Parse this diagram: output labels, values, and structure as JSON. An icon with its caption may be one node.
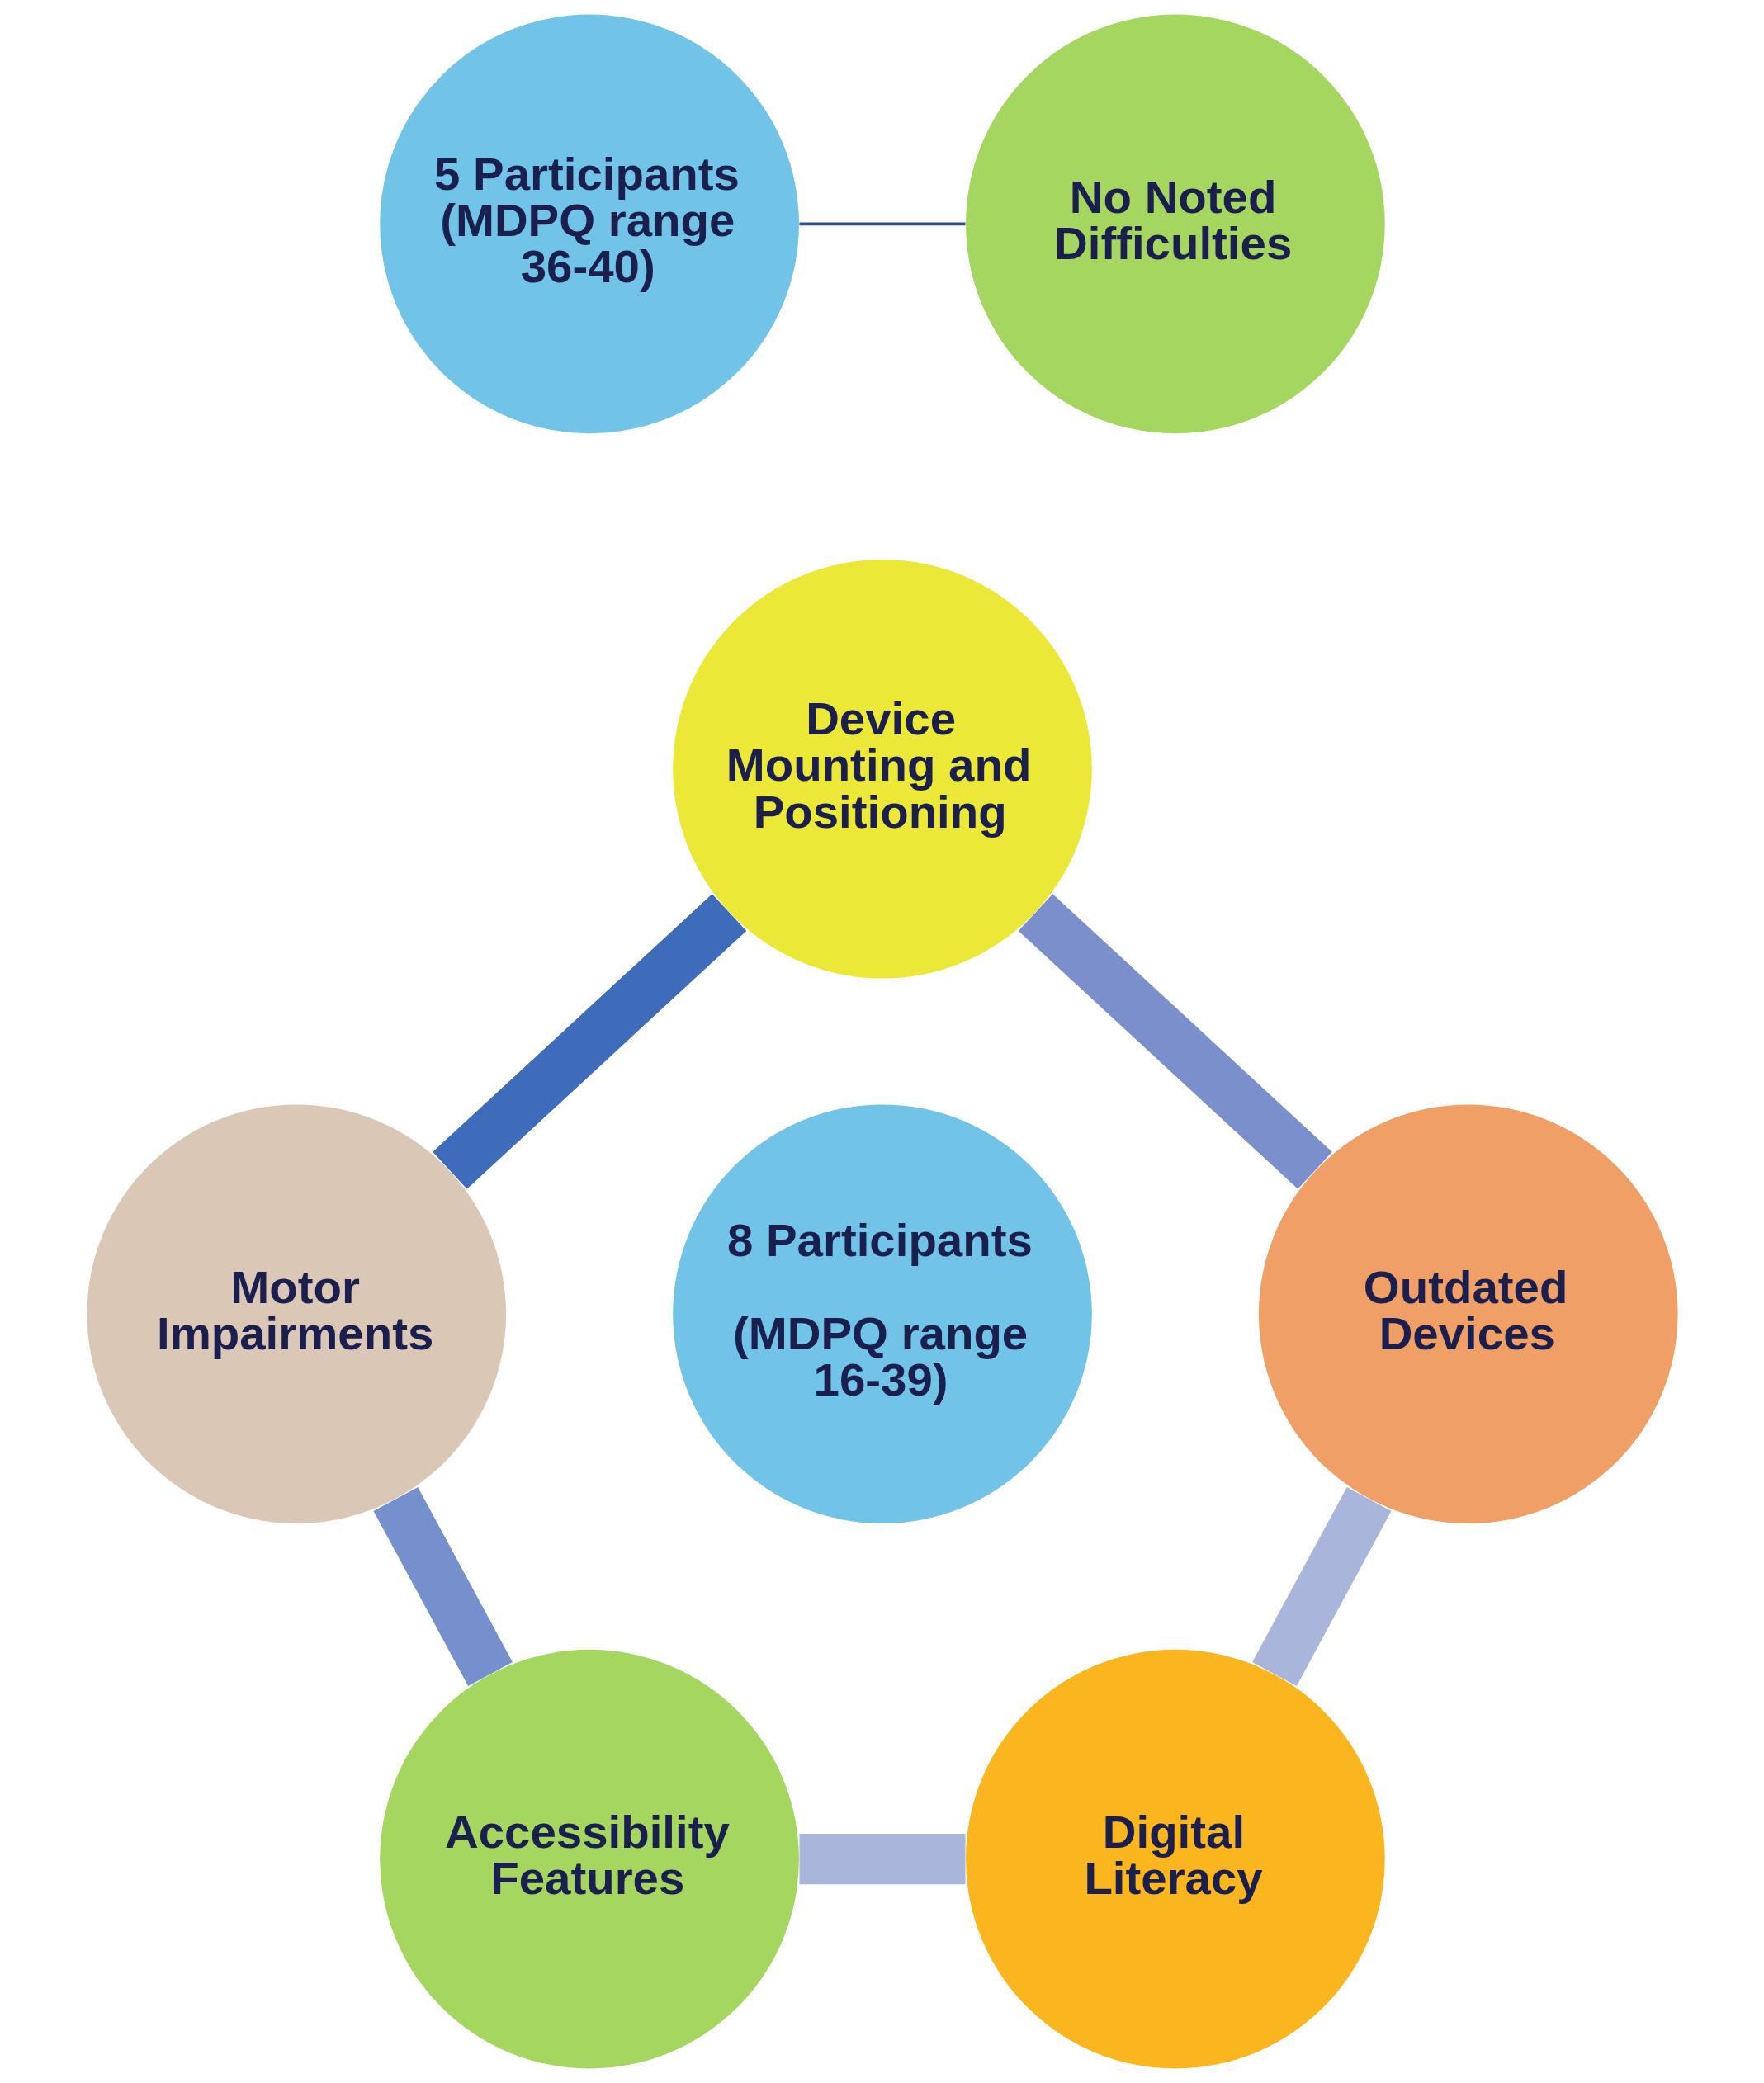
{
  "diagram": {
    "nodes": [
      {
        "text": [
          "5 Participants (MDPQ range 36-40)"
        ]
      },
      {
        "text": [
          "No Noted Difficulties"
        ]
      },
      {
        "text": [
          "Device Mounting and Positioning"
        ]
      },
      {
        "text": [
          "Outdated Devices"
        ]
      },
      {
        "text": [
          "8 Participants",
          "(MDPQ range 16-39)"
        ]
      },
      {
        "text": [
          "Motor Impairments"
        ]
      },
      {
        "text": [
          "Digital Literacy"
        ]
      },
      {
        "text": [
          "Accessibility Features"
        ]
      }
    ],
    "edges": [
      {
        "from": 0,
        "to": 1,
        "arrow": "none",
        "color": "#2f4f8f"
      },
      {
        "from": 2,
        "to": 5,
        "arrow": "none",
        "color": "#3f6bbb"
      },
      {
        "from": 5,
        "to": 7,
        "arrow": "none",
        "color": "#7590cc"
      },
      {
        "from": 7,
        "to": 6,
        "arrow": "none",
        "color": "#a9b5db"
      },
      {
        "from": 6,
        "to": 3,
        "arrow": "none",
        "color": "#a9b5db"
      },
      {
        "from": 3,
        "to": 2,
        "arrow": "none",
        "color": "#7a8fcb"
      }
    ]
  }
}
